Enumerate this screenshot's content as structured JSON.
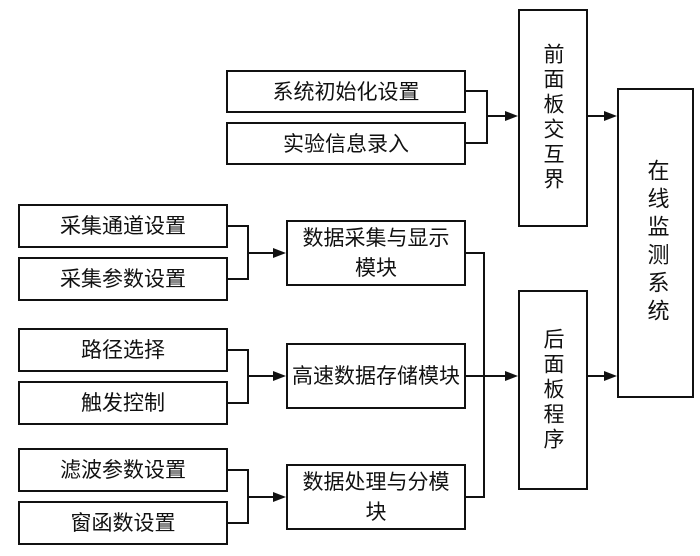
{
  "boxes": {
    "sys_init": "系统初始化设置",
    "exp_info": "实验信息录入",
    "front_panel": "前面板交互界",
    "online_system": "在线监测系统",
    "acq_channel": "采集通道设置",
    "acq_param": "采集参数设置",
    "data_acq_display": "数据采集与显示模块",
    "path_select": "路径选择",
    "trigger_control": "触发控制",
    "high_speed_storage": "高速数据存储模块",
    "back_panel": "后面板程序",
    "filter_param": "滤波参数设置",
    "window_func": "窗函数设置",
    "data_processing": "数据处理与分模块"
  }
}
